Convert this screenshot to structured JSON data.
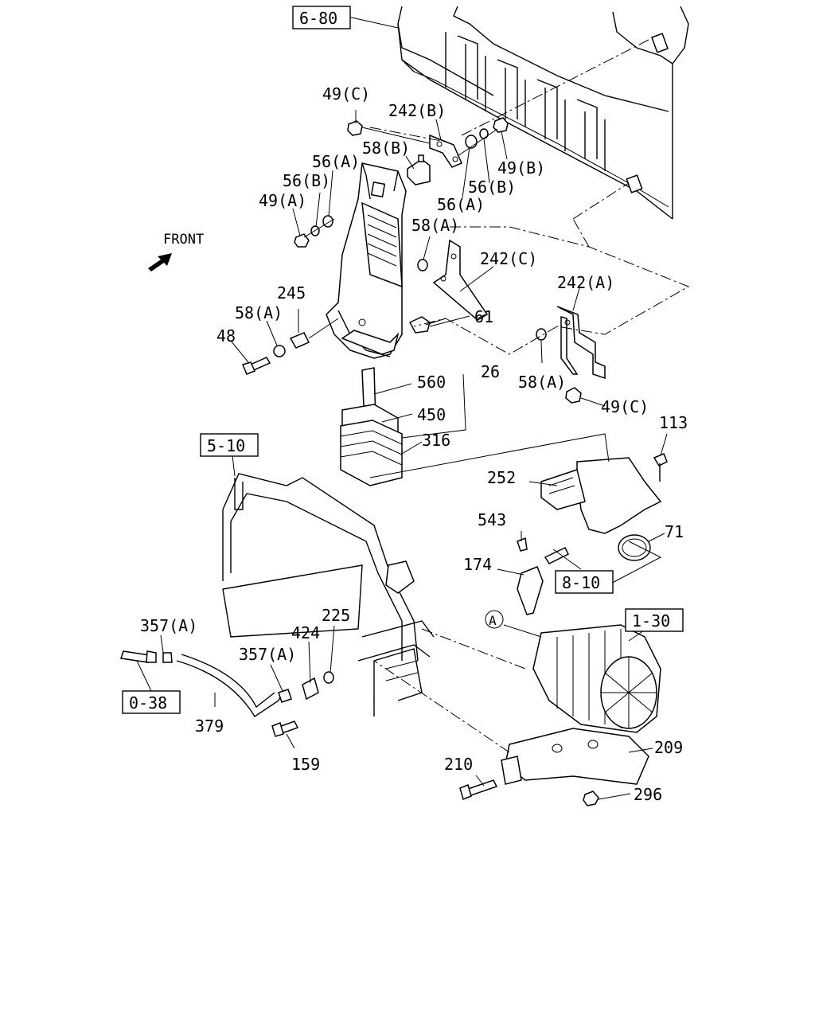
{
  "front_label": "FRONT",
  "circle_ref": "A",
  "ref_boxes": {
    "r680": "6-80",
    "r510": "5-10",
    "r810": "8-10",
    "r130": "1-30",
    "r038": "0-38"
  },
  "part_labels": {
    "p49c_top": "49(C)",
    "p242b": "242(B)",
    "p58b": "58(B)",
    "p56a_l": "56(A)",
    "p56b_l": "56(B)",
    "p49a": "49(A)",
    "p49b": "49(B)",
    "p56b_r": "56(B)",
    "p56a_r": "56(A)",
    "p58a_mid": "58(A)",
    "p242c": "242(C)",
    "p242a": "242(A)",
    "p61": "61",
    "p245": "245",
    "p58a_left": "58(A)",
    "p48": "48",
    "p560": "560",
    "p26": "26",
    "p58a_right": "58(A)",
    "p450": "450",
    "p49c_bot": "49(C)",
    "p113": "113",
    "p316": "316",
    "p252": "252",
    "p543": "543",
    "p71": "71",
    "p174": "174",
    "p225": "225",
    "p357a_top": "357(A)",
    "p424": "424",
    "p357a_mid": "357(A)",
    "p379": "379",
    "p159": "159",
    "p209": "209",
    "p210": "210",
    "p296": "296"
  }
}
